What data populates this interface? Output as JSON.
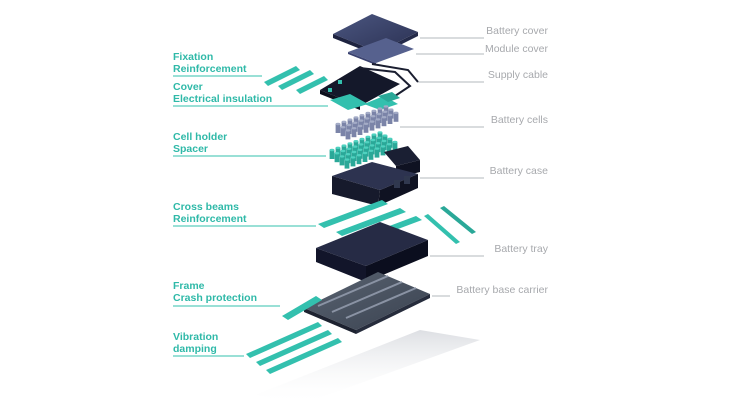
{
  "diagram": {
    "left_labels": [
      {
        "id": "fixation",
        "line1": "Fixation",
        "line2": "Reinforcement"
      },
      {
        "id": "cover",
        "line1": "Cover",
        "line2": "Electrical insulation"
      },
      {
        "id": "cellholder",
        "line1": "Cell holder",
        "line2": "Spacer"
      },
      {
        "id": "crossbeams",
        "line1": "Cross beams",
        "line2": "Reinforcement"
      },
      {
        "id": "frame",
        "line1": "Frame",
        "line2": "Crash protection"
      },
      {
        "id": "vibration",
        "line1": "Vibration",
        "line2": "damping"
      }
    ],
    "right_labels": [
      {
        "id": "battery-cover",
        "text": "Battery cover"
      },
      {
        "id": "module-cover",
        "text": "Module cover"
      },
      {
        "id": "supply-cable",
        "text": "Supply cable"
      },
      {
        "id": "battery-cells",
        "text": "Battery cells"
      },
      {
        "id": "battery-case",
        "text": "Battery case"
      },
      {
        "id": "battery-tray",
        "text": "Battery tray"
      },
      {
        "id": "battery-base-carrier",
        "text": "Battery base carrier"
      }
    ],
    "colors": {
      "teal": "#33c0ae",
      "teal_dark": "#1f9e8e",
      "navy": "#2a3150",
      "navy_dark": "#161a2c",
      "slate": "#5c6a96",
      "leader": "#9aa0a8",
      "label_right": "#a7a9ad",
      "label_left": "#2fb9a8"
    }
  }
}
